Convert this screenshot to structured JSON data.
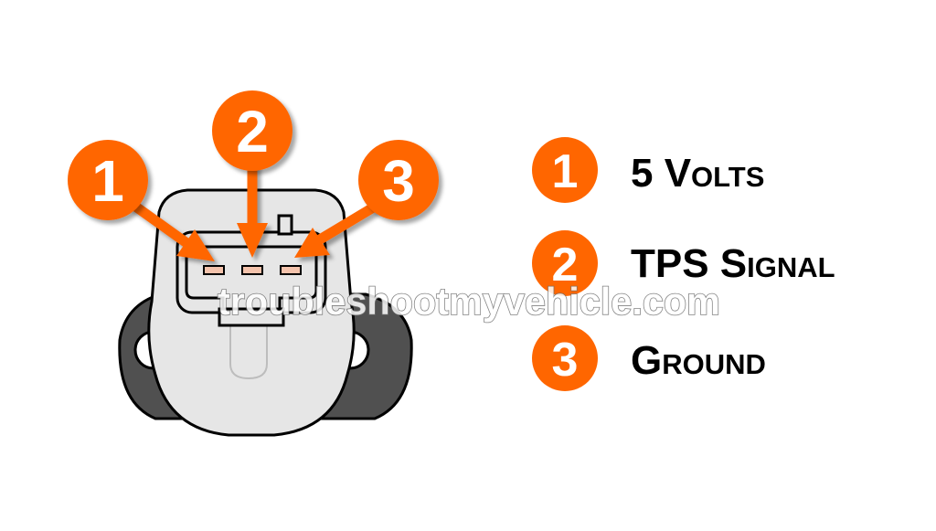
{
  "colors": {
    "accent": "#ff6600",
    "sensor_body": "#e6e6e6",
    "sensor_flange": "#505050",
    "terminal": "#f4c3ac",
    "outline": "#000000"
  },
  "callouts": [
    {
      "number": "1",
      "label": "5 Volts"
    },
    {
      "number": "2",
      "label": "TPS Signal"
    },
    {
      "number": "3",
      "label": "Ground"
    }
  ],
  "watermark": "troubleshootmyvehicle.com",
  "icons": {
    "sensor": "throttle-position-sensor-connector-icon",
    "callout": "numbered-circle-arrow-icon"
  }
}
